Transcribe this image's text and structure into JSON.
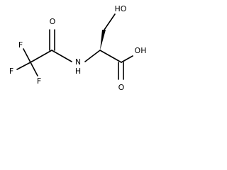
{
  "molecule": {
    "atoms": {
      "f_top": "F",
      "f_left": "F",
      "f_bottom": "F",
      "o_carbonyl": "O",
      "nh": "N",
      "h_amide": "H",
      "oh_top": "HO",
      "oh_acid": "OH",
      "o_acid": "O"
    },
    "stereo": {
      "alpha_carbon_wedge": "wedge"
    },
    "colors": {
      "bond": "#000000",
      "text": "#000000",
      "background": "#ffffff"
    }
  }
}
